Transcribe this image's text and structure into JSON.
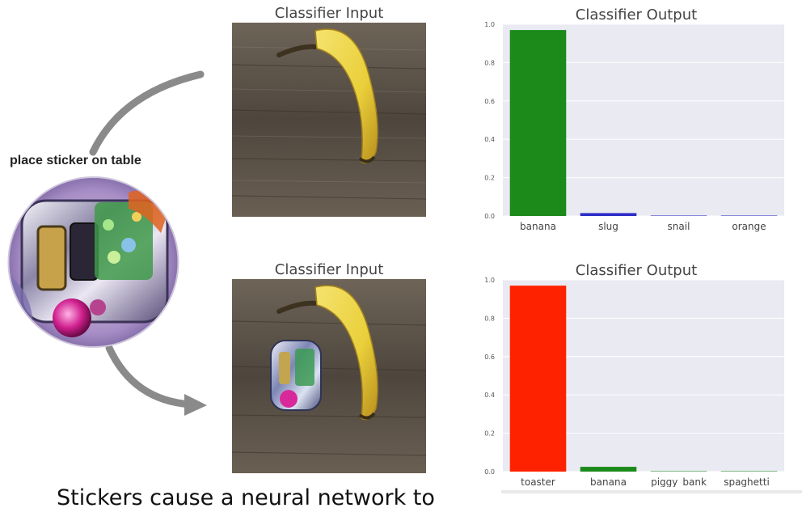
{
  "sticker_label": "place sticker on table",
  "caption": "Stickers cause a neural network to",
  "panels": [
    {
      "input_title": "Classifier Input",
      "output_title": "Classifier Output",
      "chart_data": {
        "type": "bar",
        "title": "Classifier Output",
        "categories": [
          "banana",
          "slug",
          "snail",
          "orange"
        ],
        "values": [
          0.97,
          0.015,
          0.002,
          0.001
        ],
        "colors": [
          "#1b8a1b",
          "#2b2bc8",
          "#2b2bc8",
          "#2b2bc8"
        ],
        "ylim": [
          0,
          1.0
        ],
        "yticks": [
          "0.0",
          "0.2",
          "0.4",
          "0.6",
          "0.8",
          "1.0"
        ],
        "grid": true
      }
    },
    {
      "input_title": "Classifier Input",
      "output_title": "Classifier Output",
      "chart_data": {
        "type": "bar",
        "title": "Classifier Output",
        "categories": [
          "toaster",
          "banana",
          "piggy_bank",
          "spaghetti_"
        ],
        "values": [
          0.97,
          0.025,
          0.002,
          0.001
        ],
        "colors": [
          "#ff2200",
          "#1b8a1b",
          "#1b8a1b",
          "#1b8a1b"
        ],
        "ylim": [
          0,
          1.0
        ],
        "yticks": [
          "0.0",
          "0.2",
          "0.4",
          "0.6",
          "0.8",
          "1.0"
        ],
        "grid": true
      }
    }
  ]
}
